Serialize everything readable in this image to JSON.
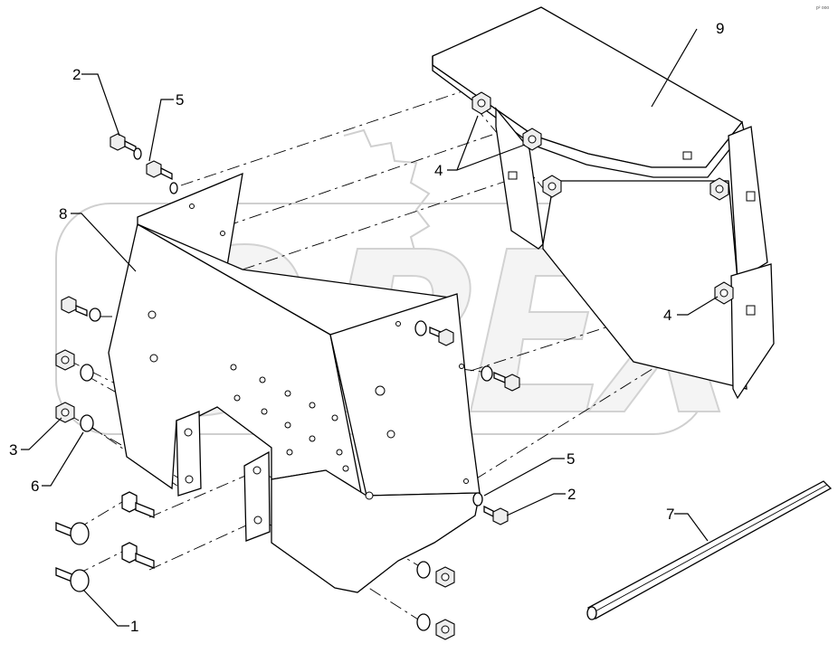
{
  "callouts": {
    "c1": "1",
    "c2a": "2",
    "c2b": "2",
    "c3": "3",
    "c4a": "4",
    "c4b": "4",
    "c5a": "5",
    "c5b": "5",
    "c6": "6",
    "c7": "7",
    "c8": "8",
    "c9": "9"
  },
  "corner_mark": "p² ooo",
  "watermark": "OPEX"
}
